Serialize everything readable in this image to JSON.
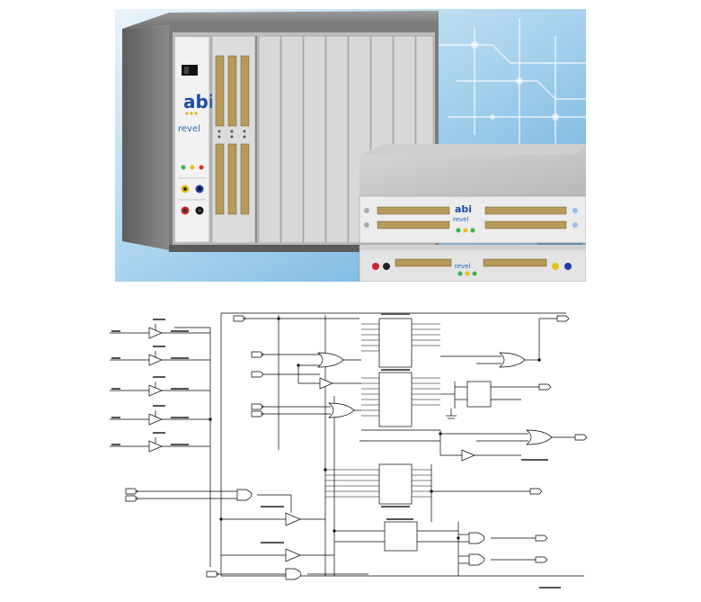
{
  "photo": {
    "logo_main": "abi",
    "logo_sub": "revel",
    "logo_box_main": "abi",
    "logo_box_sub": "revel",
    "logo_box2_sub": "revel"
  },
  "schematic": {
    "colors": {
      "wire": "#000000",
      "faint": "#555555"
    }
  }
}
